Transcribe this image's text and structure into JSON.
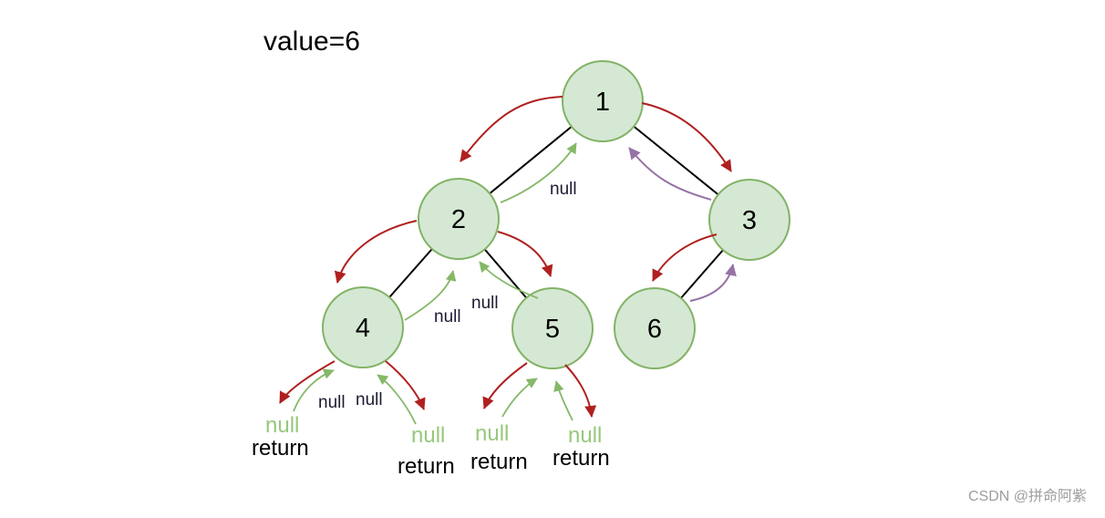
{
  "title": "value=6",
  "tree": {
    "nodes": [
      {
        "label": "1"
      },
      {
        "label": "2"
      },
      {
        "label": "3"
      },
      {
        "label": "4"
      },
      {
        "label": "5"
      },
      {
        "label": "6"
      }
    ],
    "edges": [
      {
        "from": "1",
        "to": "2"
      },
      {
        "from": "1",
        "to": "3"
      },
      {
        "from": "2",
        "to": "4"
      },
      {
        "from": "2",
        "to": "5"
      },
      {
        "from": "3",
        "to": "6"
      }
    ]
  },
  "arrow_labels": {
    "return_2_to_1": "null",
    "return_4_to_2": "null",
    "return_5_to_2": "null",
    "return_4_left_child": "null",
    "return_4_right_child": "null"
  },
  "leaf_returns": [
    {
      "value": "null",
      "caption": "return"
    },
    {
      "value": "null",
      "caption": "return"
    },
    {
      "value": "null",
      "caption": "return"
    },
    {
      "value": "null",
      "caption": "return"
    }
  ],
  "colors": {
    "node_fill": "#d5e8d4",
    "node_stroke": "#82b366",
    "edge": "#000000",
    "traverse_arrow": "#b02020",
    "return_arrow": "#85b868",
    "found_arrow": "#9673a6",
    "null_text": "#97c87c",
    "watermark": "#9e9e9e"
  },
  "watermark": "CSDN @拼命阿紫"
}
